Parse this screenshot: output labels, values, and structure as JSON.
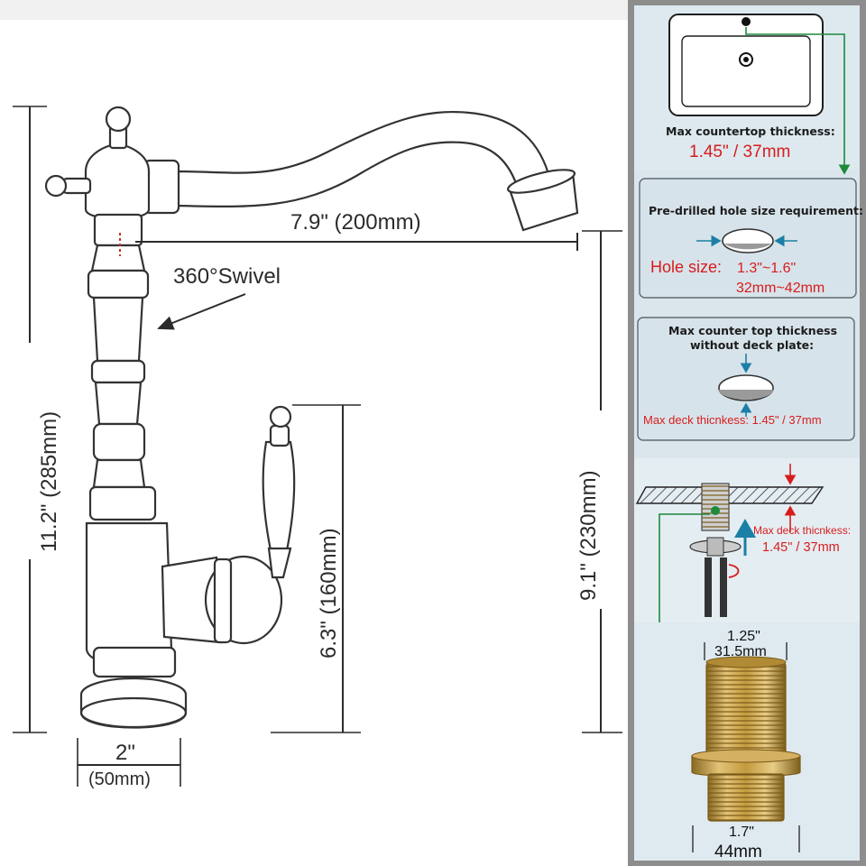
{
  "colors": {
    "accent_red": "#d81c1c",
    "accent_green": "#1d8a3c",
    "accent_blue": "#1b7fa6",
    "panel_bg": "#dce8ef",
    "frame_bg": "#8a8a8a",
    "brass": "#c9a24a"
  },
  "faucet": {
    "spout_reach": "7.9\" (200mm)",
    "swivel": "360°Swivel",
    "total_height": "11.2\" (285mm)",
    "spout_height": "9.1\" (230mm)",
    "handle_height": "6.3\" (160mm)",
    "base_width_in": "2\"",
    "base_width_mm": "(50mm)"
  },
  "panels": {
    "countertop": {
      "title": "Max countertop thickness:",
      "value": "1.45\" / 37mm"
    },
    "hole": {
      "title": "Pre-drilled hole size requirement:",
      "label": "Hole size:",
      "value_in": "1.3\"~1.6\"",
      "value_mm": "32mm~42mm"
    },
    "deck": {
      "title_line1": "Max counter top thickness",
      "title_line2": "without deck plate:",
      "value": "Max deck thicnkess: 1.45\" / 37mm"
    },
    "install": {
      "label": "Max deck thicnkess:",
      "value": "1.45\" / 37mm"
    },
    "connector": {
      "top_in": "1.25\"",
      "top_mm": "31.5mm",
      "bottom_in": "1.7\"",
      "bottom_mm": "44mm"
    }
  }
}
